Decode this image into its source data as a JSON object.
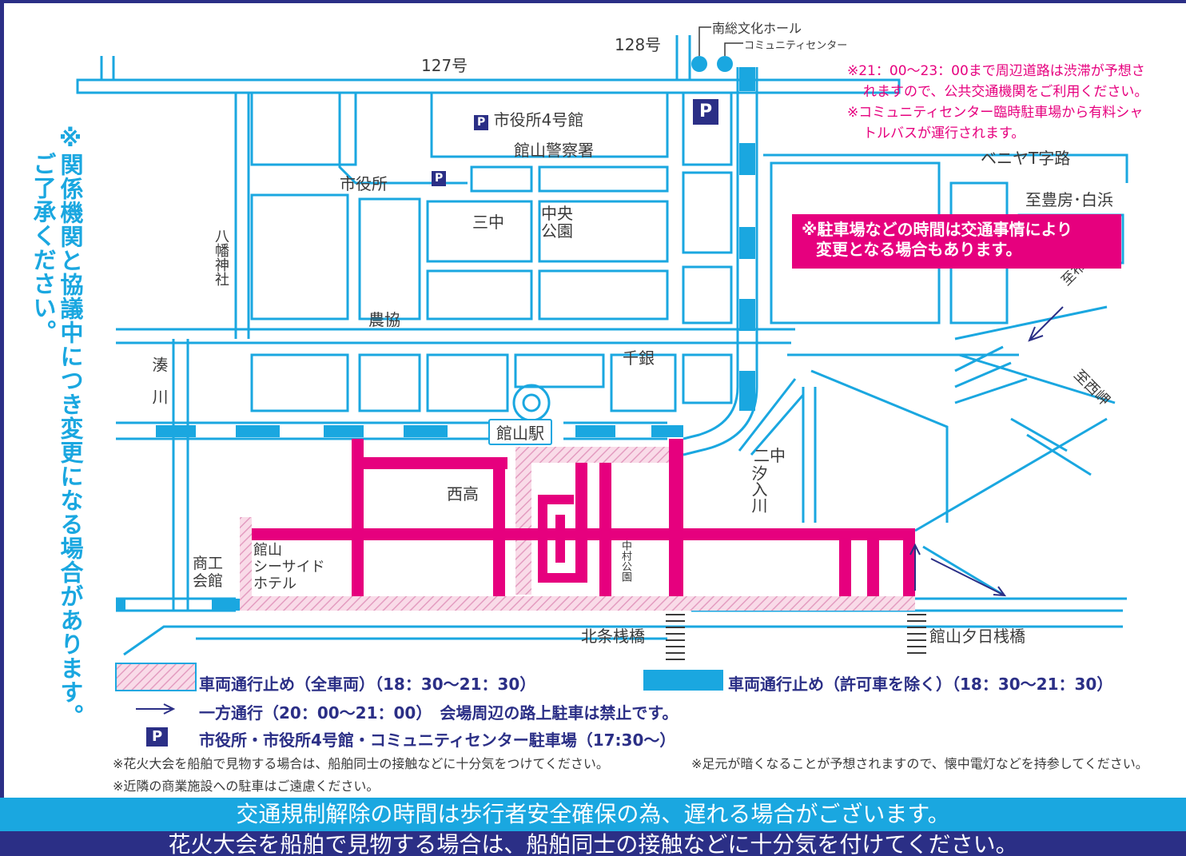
{
  "routes": {
    "r127": "127号",
    "r128": "128号"
  },
  "landmarks": {
    "nanso_hall": "南総文化ホール",
    "community_center": "コミュニティセンター",
    "city_hall_4": "市役所4号館",
    "police": "館山警察署",
    "city_hall": "市役所",
    "sanchu": "三中",
    "central_park": "中央\n公園",
    "hachiman": "八幡神社",
    "noukyou": "農協",
    "chigin": "千銀",
    "minatogawa": "湊　川",
    "station": "館山駅",
    "nishikou": "西高",
    "nichu": "二中",
    "shiirigawa": "汐入川",
    "nakamura_park": "中村公園",
    "shoukoukaikan": "商工\n会館",
    "seaside_hotel": "館山\nシーサイド\nホテル",
    "hojo_pier": "北条桟橋",
    "yuhi_pier": "館山夕日桟橋",
    "beniya": "ベニヤT字路",
    "to_toyofusa": "至豊房･白浜",
    "to_mera": "至布良･白浜",
    "to_saizaki": "至西岬"
  },
  "parking_symbol": "P",
  "top_notes": [
    "※21：00〜23：00まで周辺道路は渋滞が予想さ",
    "れますので、公共交通機関をご利用ください。",
    "※コミュニティセンター臨時駐車場から有料シャ",
    "トルバスが運行されます。"
  ],
  "notice_box": [
    "※駐車場などの時間は交通事情により",
    "変更となる場合もあります。"
  ],
  "vertical_note": [
    "※関係機関と協議中につき変更になる場合があります。",
    "ご了承ください。"
  ],
  "legend": {
    "all_vehicles": "車両通行止め（全車両）（18：30〜21：30）",
    "except_permitted": "車両通行止め（許可車を除く）（18：30〜21：30）",
    "one_way": "一方通行（20：00〜21：00）　会場周辺の路上駐車は禁止です。",
    "parking": "市役所・市役所4号館・コミュニティセンター駐車場（17:30〜）"
  },
  "footnotes": [
    "※花火大会を船舶で見物する場合は、船舶同士の接触などに十分気をつけてください。",
    "※足元が暗くなることが予想されますので、懐中電灯などを持参してください。",
    "※近隣の商業施設への駐車はご遠慮ください。"
  ],
  "banners": [
    "交通規制解除の時間は歩行者安全確保の為、遅れる場合がございます。",
    "花火大会を船舶で見物する場合は、船舶同士の接触などに十分気を付けてください。"
  ],
  "colors": {
    "road_outline": "#1aa7e0",
    "closed_all": "#e6007e",
    "closed_except": "#1aa7e0",
    "navy": "#2b2f86"
  }
}
